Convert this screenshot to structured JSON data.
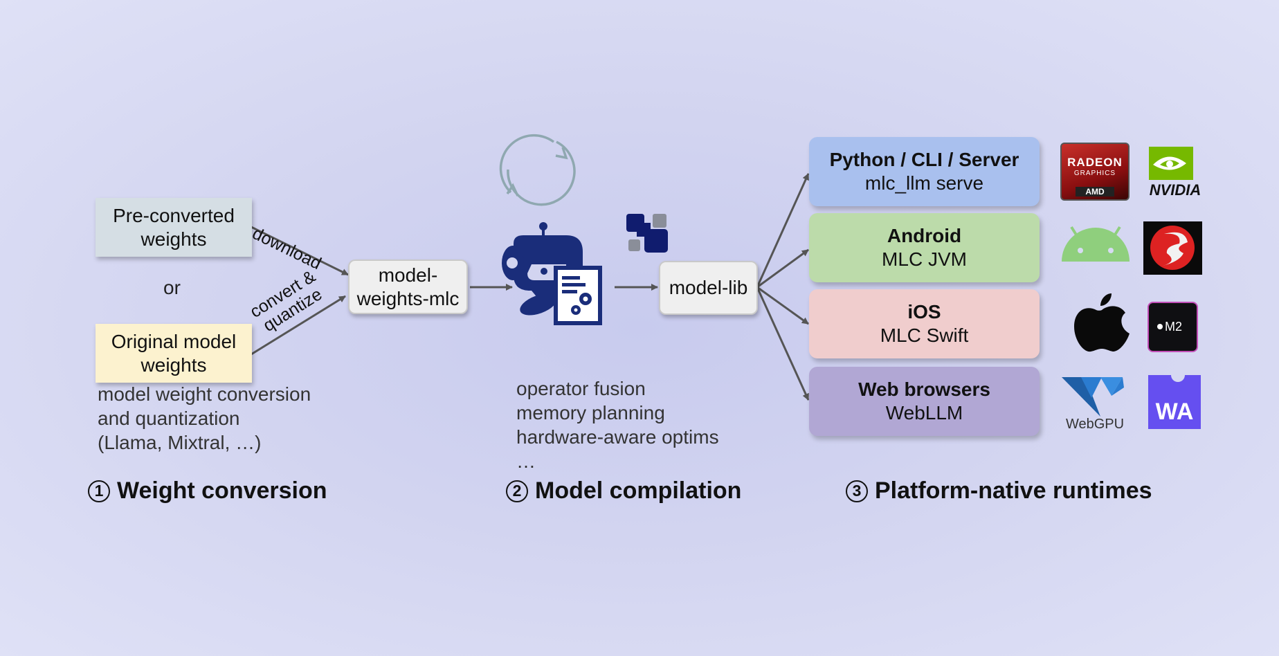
{
  "inputs": {
    "pre_converted": "Pre-converted\nweights",
    "or": "or",
    "original": "Original model\nweights"
  },
  "edges": {
    "download": "download",
    "convert_quantize": "convert &\nquantize"
  },
  "weights_node": "model-\nweights-mlc",
  "lib_node": "model-lib",
  "step1_notes": [
    "model weight conversion",
    "and quantization",
    "(Llama, Mixtral, …)"
  ],
  "step2_notes": [
    "operator fusion",
    "memory planning",
    "hardware-aware optims",
    "…"
  ],
  "runtimes": [
    {
      "title": "Python / CLI / Server",
      "sub": "mlc_llm serve",
      "color": "#a9c0ee"
    },
    {
      "title": "Android",
      "sub": "MLC JVM",
      "color": "#bcdbaa"
    },
    {
      "title": "iOS",
      "sub": "MLC Swift",
      "color": "#f0cdcd"
    },
    {
      "title": "Web browsers",
      "sub": "WebLLM",
      "color": "#b1a7d4"
    }
  ],
  "steps": [
    {
      "num": "1",
      "label": "Weight conversion"
    },
    {
      "num": "2",
      "label": "Model compilation"
    },
    {
      "num": "3",
      "label": "Platform-native runtimes"
    }
  ],
  "logos": {
    "radeon_main": "RADEON",
    "radeon_sub": "GRAPHICS",
    "radeon_brand": "AMD",
    "nvidia": "NVIDIA",
    "m2": "M2",
    "webgpu": "WebGPU",
    "wa": "WA"
  },
  "colors": {
    "pre_converted_bg": "#d5dee4",
    "original_bg": "#fcf2cf",
    "node_bg": "#efefef",
    "arrow": "#555555",
    "robot": "#1a2d7a",
    "refresh": "#8fa8b0"
  }
}
